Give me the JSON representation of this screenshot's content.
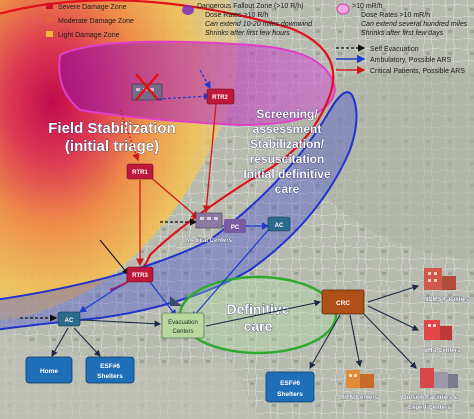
{
  "legend_left": {
    "items": [
      {
        "label": "Severe Damage Zone",
        "color": "#d0102a"
      },
      {
        "label": "Moderate Damage Zone",
        "color": "#e8603a"
      },
      {
        "label": "Light Damage Zone",
        "color": "#f4b43a"
      }
    ]
  },
  "legend_fallout_dangerous": {
    "title": "Dangerous Fallout Zone (>10 R/h)",
    "line1": "Dose Rates >10 R/h",
    "line2": "Can extend 10-20 miles downwind",
    "line3": "Shrinks after first few hours",
    "color": "#7a2fb8"
  },
  "legend_fallout_low": {
    "title": ">10 mR/h",
    "line1": "Dose Rates >10 mR/h",
    "line2": "Can extend several hundred miles",
    "line3": "Shrinks after first few days",
    "color": "#e060c0"
  },
  "legend_arrows": [
    {
      "label": "Self Evacuation",
      "color": "#111111",
      "style": "dashed"
    },
    {
      "label": "Ambulatory, Possible ARS",
      "color": "#1a3ad0",
      "style": "solid"
    },
    {
      "label": "Critical Patients, Possible ARS",
      "color": "#d01818",
      "style": "solid"
    }
  ],
  "zones": {
    "field_stabilization": [
      "Field Stabilization",
      "(initial triage)"
    ],
    "screening": [
      "Screening/",
      "assessment",
      "Stabilization/",
      "resuscitation",
      "Initial definitive",
      "care"
    ],
    "definitive": [
      "Definitive",
      "care"
    ]
  },
  "nodes": {
    "rtr1": "RTR1",
    "rtr2": "RTR2",
    "rtr3": "RTR3",
    "pc": "PC",
    "ac_upper": "AC",
    "ac_lower": "AC",
    "medical_centers": "Medical Centers",
    "evacuation_centers": [
      "Evacuation",
      "Centers"
    ],
    "crc": "CRC"
  },
  "destinations": {
    "home": "Home",
    "esf6_left": [
      "ESF#6",
      "Shelters"
    ],
    "esf6_right": [
      "ESF#6",
      "Shelters"
    ],
    "ndms": "NDMS Facilities",
    "vha": "VHA Centers",
    "outside": [
      "Outside Facilities &",
      "Expert Centers"
    ],
    "ritn": "RITN Centers"
  },
  "colors": {
    "rtr": "#c0183c",
    "ac": "#2a6a8a",
    "crc": "#b05018",
    "destination_box": "#1f6fb8",
    "screening_zone": "#3a46d8",
    "definitive_zone": "#38b038"
  }
}
